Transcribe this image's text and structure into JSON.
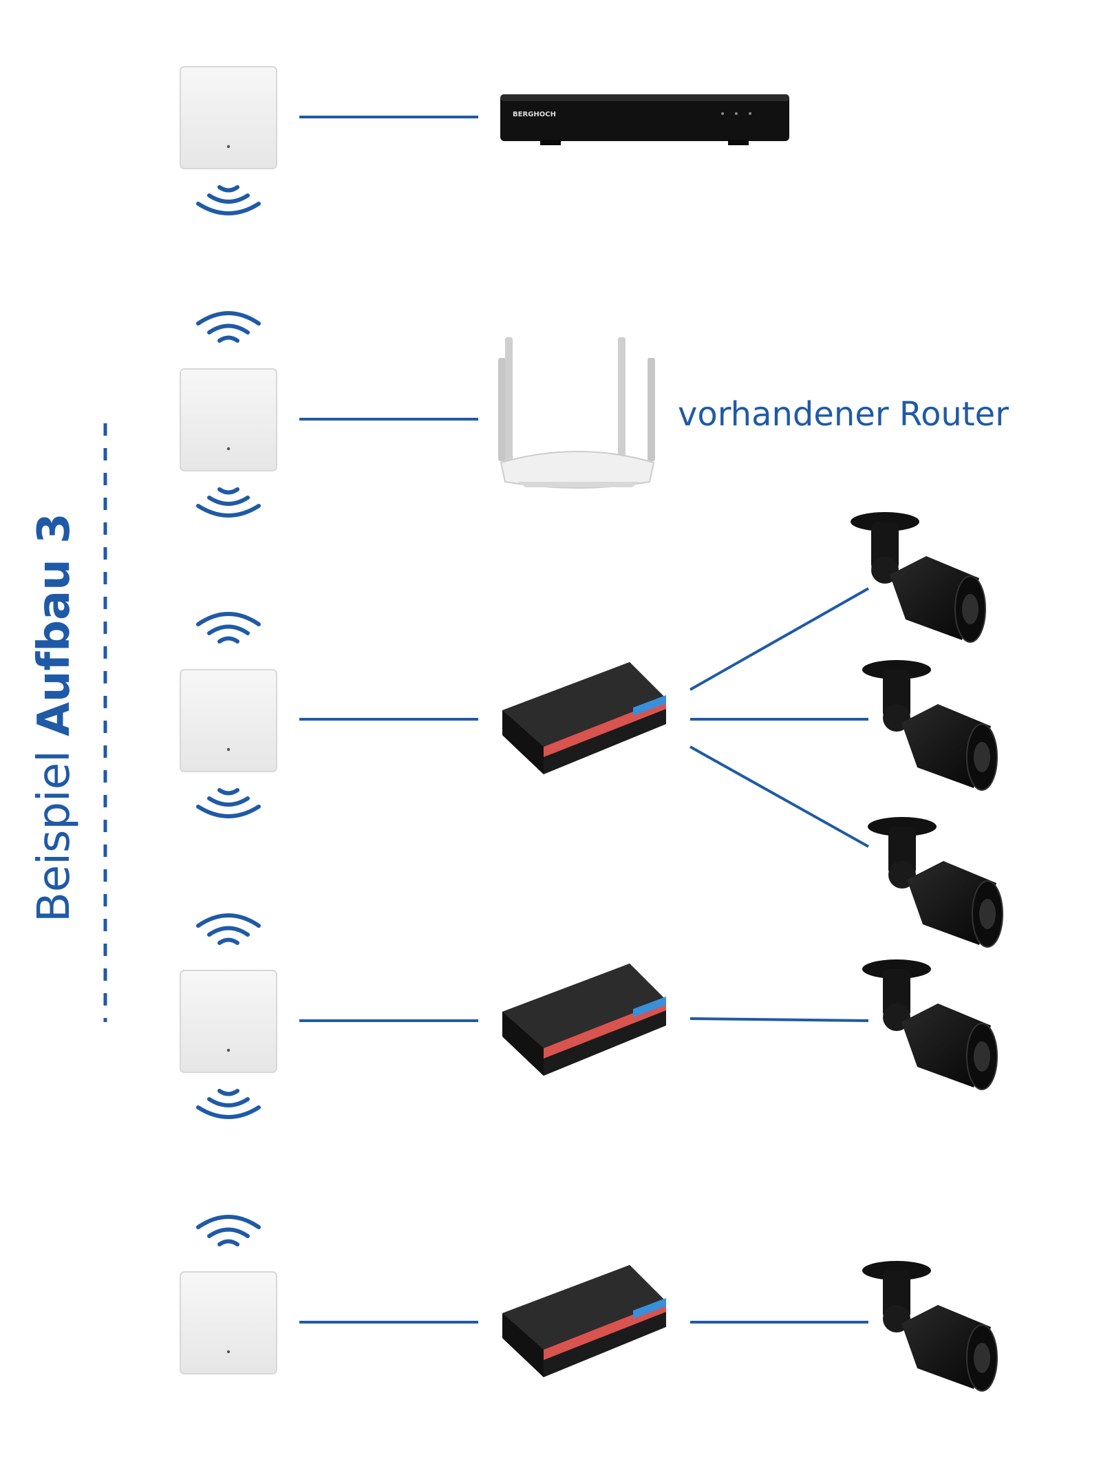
{
  "diagram": {
    "title_prefix": "Beispiel",
    "title_bold": "Aufbau 3",
    "router_label": "vorhandener Router",
    "nvr_brand": "BERGHOCH",
    "accent_color": "#1f5aa6",
    "rows": [
      {
        "device": "nvr",
        "wifi_top": false,
        "wifi_bottom": true,
        "cameras": 0
      },
      {
        "device": "router",
        "wifi_top": true,
        "wifi_bottom": true,
        "cameras": 0
      },
      {
        "device": "poe-switch",
        "wifi_top": true,
        "wifi_bottom": true,
        "cameras": 3
      },
      {
        "device": "poe-switch",
        "wifi_top": true,
        "wifi_bottom": true,
        "cameras": 1
      },
      {
        "device": "poe-switch",
        "wifi_top": true,
        "wifi_bottom": false,
        "cameras": 1
      }
    ]
  }
}
